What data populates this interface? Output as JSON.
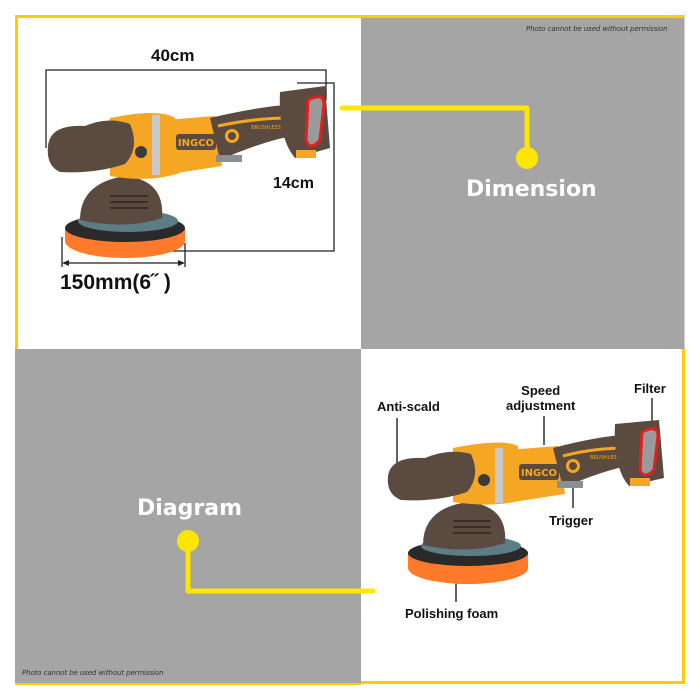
{
  "watermark": {
    "top": "Photo cannot be used without permission",
    "bottom": "Photo cannot be used without permission"
  },
  "sections": {
    "dimension": {
      "title": "Dimension",
      "labels": {
        "length": "40cm",
        "height": "14cm",
        "pad_diameter": "150mm(6˝ )"
      }
    },
    "diagram": {
      "title": "Diagram",
      "parts": [
        {
          "id": "anti-scald",
          "label": "Anti-scald"
        },
        {
          "id": "speed-adjustment",
          "label_line1": "Speed",
          "label_line2": "adjustment"
        },
        {
          "id": "filter",
          "label": "Filter"
        },
        {
          "id": "trigger",
          "label": "Trigger"
        },
        {
          "id": "polishing-foam",
          "label": "Polishing foam"
        }
      ]
    }
  },
  "product": {
    "brand": "INGCO",
    "badge": "BRUSHLESS",
    "type": "cordless polisher"
  },
  "colors": {
    "accent_yellow": "#FFCC00",
    "connector_yellow": "#FFE600",
    "panel_grey": "#A5A5A5",
    "tool_orange": "#F5A623",
    "tool_brown": "#5B4A3F",
    "pad_orange": "#FF7A2A",
    "filter_red": "#E02020"
  }
}
